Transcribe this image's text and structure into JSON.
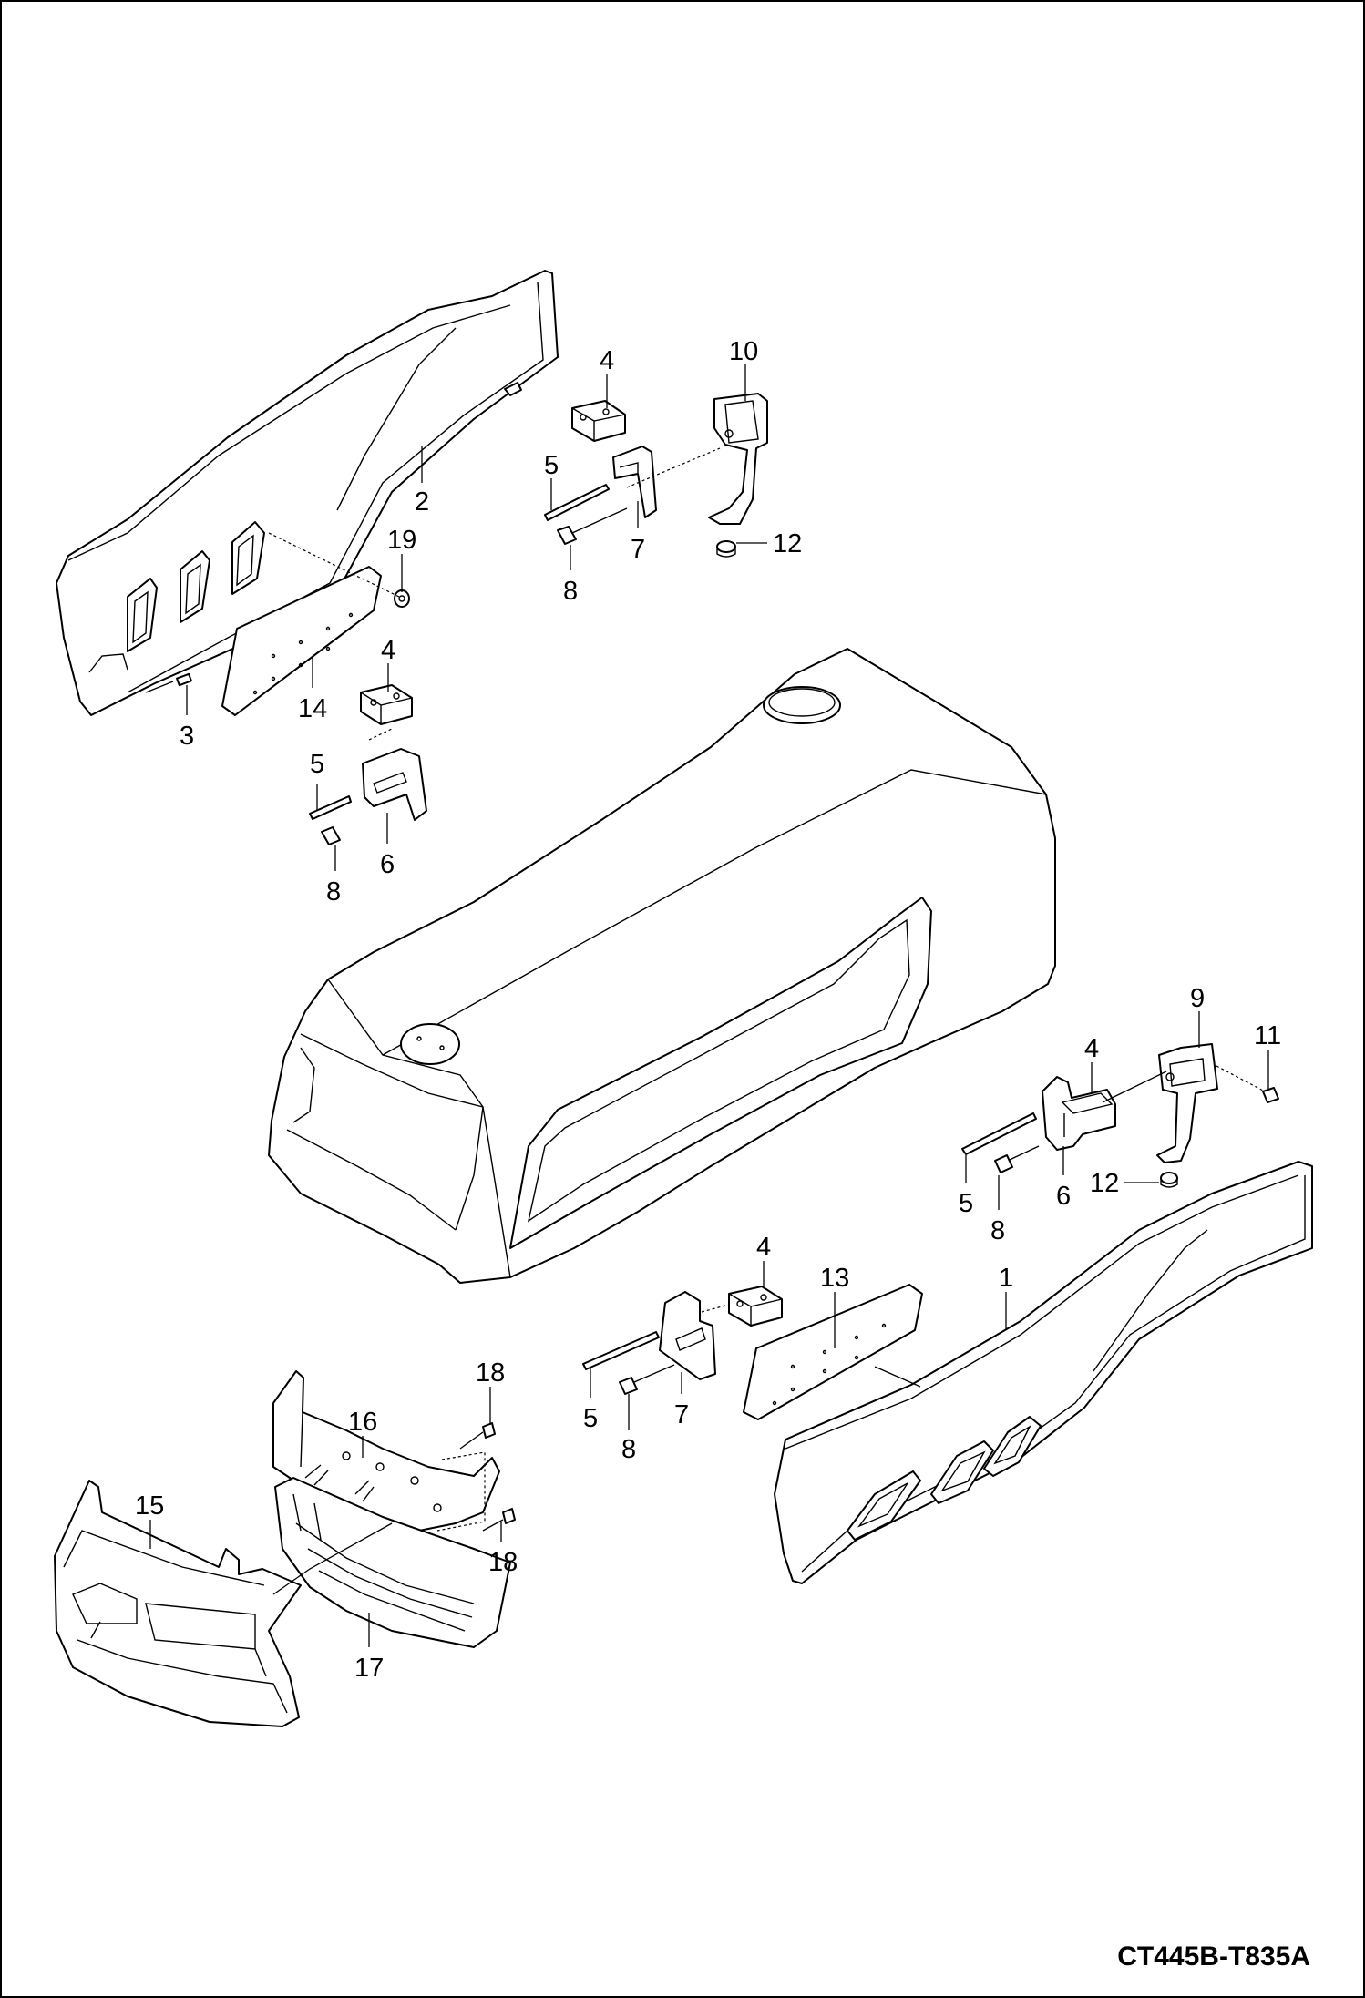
{
  "drawing_code": "CT445B-T835A",
  "callouts": [
    {
      "id": "c10",
      "label": "10"
    },
    {
      "id": "c4a",
      "label": "4"
    },
    {
      "id": "c5a",
      "label": "5"
    },
    {
      "id": "c2",
      "label": "2"
    },
    {
      "id": "c19",
      "label": "19"
    },
    {
      "id": "c7a",
      "label": "7"
    },
    {
      "id": "c12a",
      "label": "12"
    },
    {
      "id": "c8a",
      "label": "8"
    },
    {
      "id": "c4b",
      "label": "4"
    },
    {
      "id": "c14",
      "label": "14"
    },
    {
      "id": "c3",
      "label": "3"
    },
    {
      "id": "c5b",
      "label": "5"
    },
    {
      "id": "c6a",
      "label": "6"
    },
    {
      "id": "c8b",
      "label": "8"
    },
    {
      "id": "c9",
      "label": "9"
    },
    {
      "id": "c4c",
      "label": "4"
    },
    {
      "id": "c11",
      "label": "11"
    },
    {
      "id": "c5c",
      "label": "5"
    },
    {
      "id": "c6b",
      "label": "6"
    },
    {
      "id": "c12b",
      "label": "12"
    },
    {
      "id": "c8c",
      "label": "8"
    },
    {
      "id": "c4d",
      "label": "4"
    },
    {
      "id": "c13",
      "label": "13"
    },
    {
      "id": "c1",
      "label": "1"
    },
    {
      "id": "c18a",
      "label": "18"
    },
    {
      "id": "c16",
      "label": "16"
    },
    {
      "id": "c5d",
      "label": "5"
    },
    {
      "id": "c7b",
      "label": "7"
    },
    {
      "id": "c8d",
      "label": "8"
    },
    {
      "id": "c15",
      "label": "15"
    },
    {
      "id": "c18b",
      "label": "18"
    },
    {
      "id": "c17",
      "label": "17"
    }
  ]
}
